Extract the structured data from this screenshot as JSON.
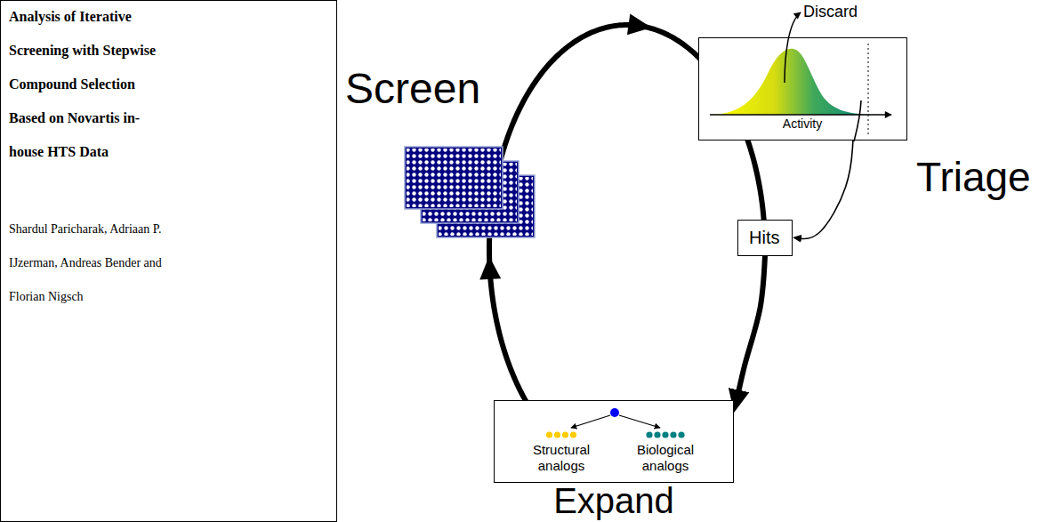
{
  "diagram": {
    "title": "Analysis of Iterative Screening with Stepwise Compound Selection Based on Novartis in-house HTS Data",
    "nodes": [
      {
        "text": [
          "Activity"
        ]
      },
      {
        "text": [
          "Hits"
        ]
      },
      {
        "text": [
          "Structural analogs",
          "Biological analogs"
        ]
      }
    ],
    "edges": [
      {
        "from": 0,
        "to": 1,
        "arrow": "to"
      },
      {
        "from": 1,
        "to": 2,
        "arrow": "to"
      }
    ],
    "labels": [
      "Shardul Paricharak, Adriaan P. IJzerman, Andreas Bender and Florian Nigsch",
      "Screen",
      "Discard",
      "Triage",
      "Expand"
    ]
  }
}
